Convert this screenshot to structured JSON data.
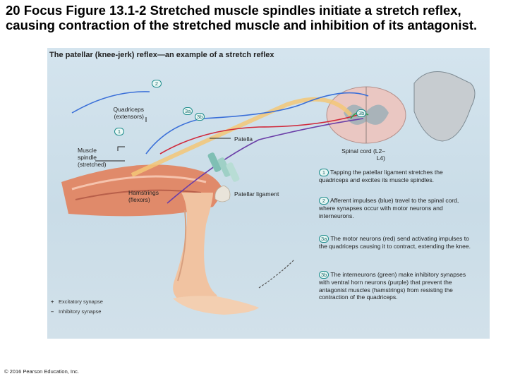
{
  "title": "20 Focus Figure 13.1-2 Stretched muscle spindles initiate a stretch reflex, causing contraction of the stretched muscle and inhibition of its antagonist.",
  "figure_heading": "The patellar (knee-jerk) reflex—an example of a stretch reflex",
  "labels": {
    "quadriceps": "Quadriceps (extensors)",
    "muscle_spindle": "Muscle spindle (stretched)",
    "patella": "Patella",
    "spinal_cord": "Spinal cord (L2–L4)",
    "hamstrings": "Hamstrings (flexors)",
    "patellar_ligament": "Patellar ligament"
  },
  "badges": {
    "b1": "1",
    "b2": "2",
    "b3a": "3a",
    "b3b": "3b"
  },
  "steps": [
    {
      "num": "1",
      "text": "Tapping the patellar ligament stretches the quadriceps and excites its muscle spindles."
    },
    {
      "num": "2",
      "text": "Afferent impulses (blue) travel to the spinal cord, where synapses occur with motor neurons and interneurons."
    },
    {
      "num": "3a",
      "text": "The motor neurons (red) send activating impulses to the quadriceps causing it to contract, extending the knee."
    },
    {
      "num": "3b",
      "text": "The interneurons (green) make inhibitory synapses with ventral horn neurons (purple) that prevent the antagonist muscles (hamstrings) from resisting the contraction of the quadriceps."
    }
  ],
  "legend": {
    "excitatory": {
      "symbol": "+",
      "label": "Excitatory synapse"
    },
    "inhibitory": {
      "symbol": "–",
      "label": "Inhibitory synapse"
    }
  },
  "copyright": "© 2016 Pearson Education, Inc.",
  "colors": {
    "afferent": "#3a6fd8",
    "motor": "#d0283a",
    "interneuron": "#2f9e4a",
    "inhibited": "#6b3fa8",
    "nerve": "#f3c777",
    "badge": "#1e8c8c"
  }
}
